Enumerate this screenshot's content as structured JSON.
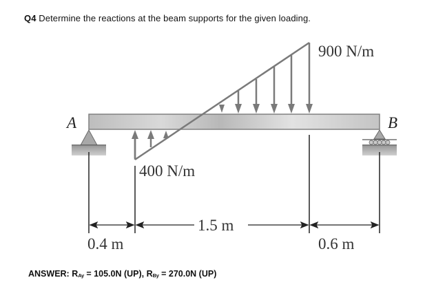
{
  "question": {
    "number": "Q4",
    "text": " Determine the reactions at the beam supports for the given loading."
  },
  "figure": {
    "support_a_label": "A",
    "support_b_label": "B",
    "load_max_label": "900 N/m",
    "load_min_label": "400 N/m",
    "dim_1": "0.4 m",
    "dim_2": "1.5 m",
    "dim_3": "0.6 m",
    "colors": {
      "beam": "#c8c8c8",
      "load": "#7a7a7a",
      "dim_line": "#222222"
    }
  },
  "answer": {
    "prefix": "ANSWER: R",
    "ra_sub": "Ay",
    "ra_value": " = 105.0N (UP), R",
    "rb_sub": "By",
    "rb_value": " = 270.0N (UP)"
  }
}
